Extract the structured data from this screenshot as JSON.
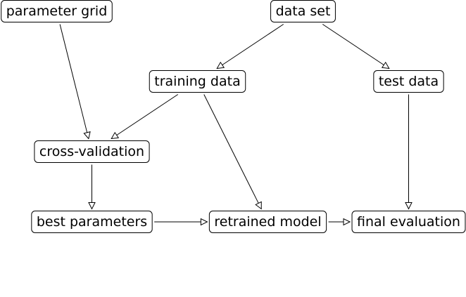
{
  "diagram": {
    "nodes": [
      {
        "id": "parameter-grid",
        "label": "parameter grid"
      },
      {
        "id": "data-set",
        "label": "data set"
      },
      {
        "id": "training-data",
        "label": "training data"
      },
      {
        "id": "test-data",
        "label": "test data"
      },
      {
        "id": "cross-validation",
        "label": "cross-validation"
      },
      {
        "id": "best-parameters",
        "label": "best parameters"
      },
      {
        "id": "retrained-model",
        "label": "retrained model"
      },
      {
        "id": "final-evaluation",
        "label": "final evaluation"
      }
    ],
    "edges": [
      {
        "from": "data-set",
        "to": "training-data"
      },
      {
        "from": "data-set",
        "to": "test-data"
      },
      {
        "from": "parameter-grid",
        "to": "cross-validation"
      },
      {
        "from": "training-data",
        "to": "cross-validation"
      },
      {
        "from": "training-data",
        "to": "retrained-model"
      },
      {
        "from": "cross-validation",
        "to": "best-parameters"
      },
      {
        "from": "best-parameters",
        "to": "retrained-model"
      },
      {
        "from": "retrained-model",
        "to": "final-evaluation"
      },
      {
        "from": "test-data",
        "to": "final-evaluation"
      }
    ]
  }
}
